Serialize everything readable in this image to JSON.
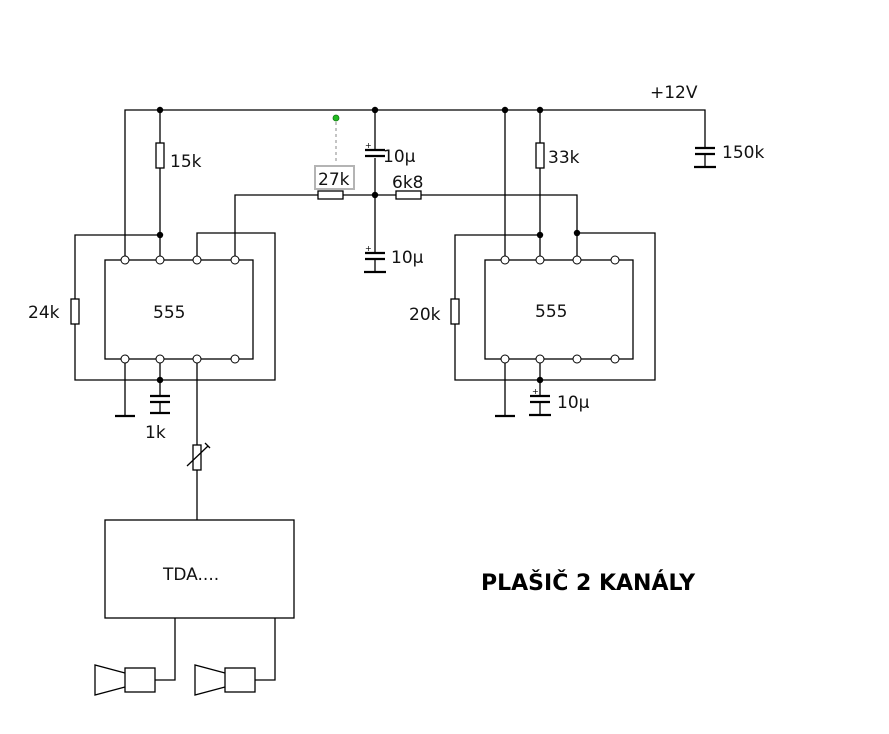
{
  "title": "PLAŠIČ 2 KANÁLY",
  "supply": {
    "label": "+12V"
  },
  "components": {
    "r_15k": {
      "type": "resistor",
      "value": "15k"
    },
    "r_24k": {
      "type": "resistor",
      "value": "24k"
    },
    "c_1k": {
      "type": "capacitor",
      "value": "1k"
    },
    "r_27k": {
      "type": "resistor",
      "value": "27k",
      "selected": true
    },
    "c_10u_top": {
      "type": "electrolytic-capacitor",
      "value": "10µ"
    },
    "r_6k8": {
      "type": "resistor",
      "value": "6k8"
    },
    "c_10u_mid": {
      "type": "electrolytic-capacitor",
      "value": "10µ"
    },
    "r_33k": {
      "type": "resistor",
      "value": "33k"
    },
    "r_20k": {
      "type": "resistor",
      "value": "20k"
    },
    "c_10u_right": {
      "type": "electrolytic-capacitor",
      "value": "10µ"
    },
    "c_150k": {
      "type": "capacitor",
      "value": "150k"
    },
    "ic_left": {
      "type": "ic",
      "label": "555"
    },
    "ic_right": {
      "type": "ic",
      "label": "555"
    },
    "amp": {
      "type": "amplifier",
      "label": "TDA...."
    },
    "pot": {
      "type": "variable-resistor",
      "value": ""
    },
    "speakers": [
      {
        "name": "speaker-left"
      },
      {
        "name": "speaker-right"
      }
    ]
  },
  "colors": {
    "wire": "#000000",
    "selection": "#b4b4b4",
    "handle": "#22bb22"
  }
}
